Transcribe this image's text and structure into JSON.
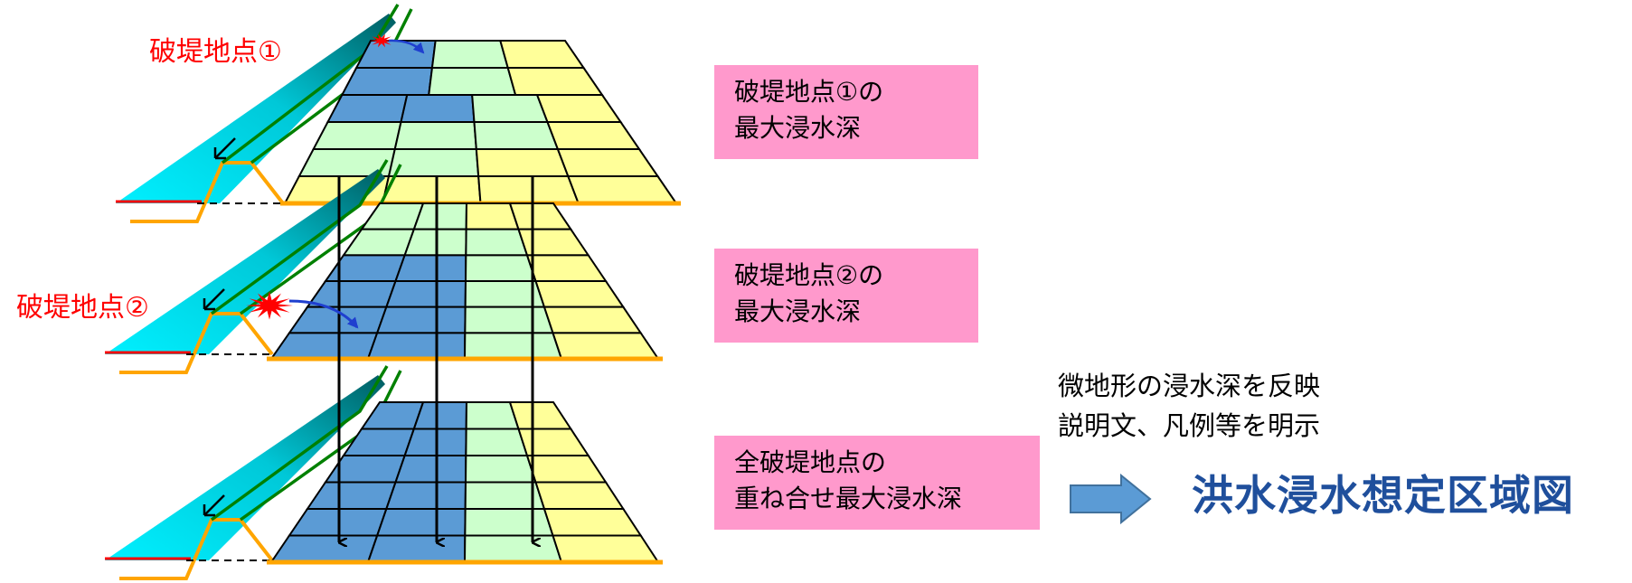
{
  "labels": {
    "breach_point_1": "破堤地点①",
    "breach_point_2": "破堤地点②"
  },
  "boxes": [
    {
      "line1": "破堤地点①の",
      "line2": "最大浸水深"
    },
    {
      "line1": "破堤地点②の",
      "line2": "最大浸水深"
    },
    {
      "line1": "全破堤地点の",
      "line2": "重ね合せ最大浸水深"
    }
  ],
  "note": {
    "line1": "微地形の浸水深を反映",
    "line2": "説明文、凡例等を明示"
  },
  "result": {
    "title": "洪水浸水想定区域図"
  },
  "colors": {
    "deep": "#5b9bd5",
    "medium": "#ccffcc",
    "shallow": "#ffff99",
    "river": "#00e5ee",
    "river_dark": "#006b6b",
    "levee": "#008000",
    "ground": "#ffa500",
    "water_line": "#ff0000",
    "label_red": "#ff0000",
    "box_pink": "#ff99cc",
    "result_blue": "#1f4f9c",
    "arrow_fill": "#5b9bd5"
  },
  "layers": [
    {
      "id": "breach-1",
      "rows": [
        [
          "deep",
          "medium",
          "shallow"
        ],
        [
          "deep",
          "medium",
          "shallow"
        ],
        [
          "deep",
          "deep",
          "medium",
          "shallow"
        ],
        [
          "medium",
          "medium",
          "medium",
          "shallow"
        ],
        [
          "medium",
          "medium",
          "shallow",
          "shallow"
        ],
        [
          "shallow",
          "shallow",
          "shallow",
          "shallow"
        ]
      ]
    },
    {
      "id": "breach-2",
      "rows": [
        [
          "medium",
          "medium",
          "shallow",
          "shallow"
        ],
        [
          "medium",
          "medium",
          "medium",
          "shallow"
        ],
        [
          "deep",
          "deep",
          "medium",
          "shallow"
        ],
        [
          "deep",
          "deep",
          "medium",
          "shallow"
        ],
        [
          "deep",
          "deep",
          "medium",
          "shallow"
        ],
        [
          "deep",
          "deep",
          "medium",
          "shallow"
        ]
      ]
    },
    {
      "id": "combined",
      "rows": [
        [
          "deep",
          "deep",
          "medium",
          "shallow"
        ],
        [
          "deep",
          "deep",
          "medium",
          "shallow"
        ],
        [
          "deep",
          "deep",
          "medium",
          "shallow"
        ],
        [
          "deep",
          "deep",
          "medium",
          "shallow"
        ],
        [
          "deep",
          "deep",
          "medium",
          "shallow"
        ],
        [
          "deep",
          "deep",
          "medium",
          "shallow"
        ]
      ]
    }
  ]
}
